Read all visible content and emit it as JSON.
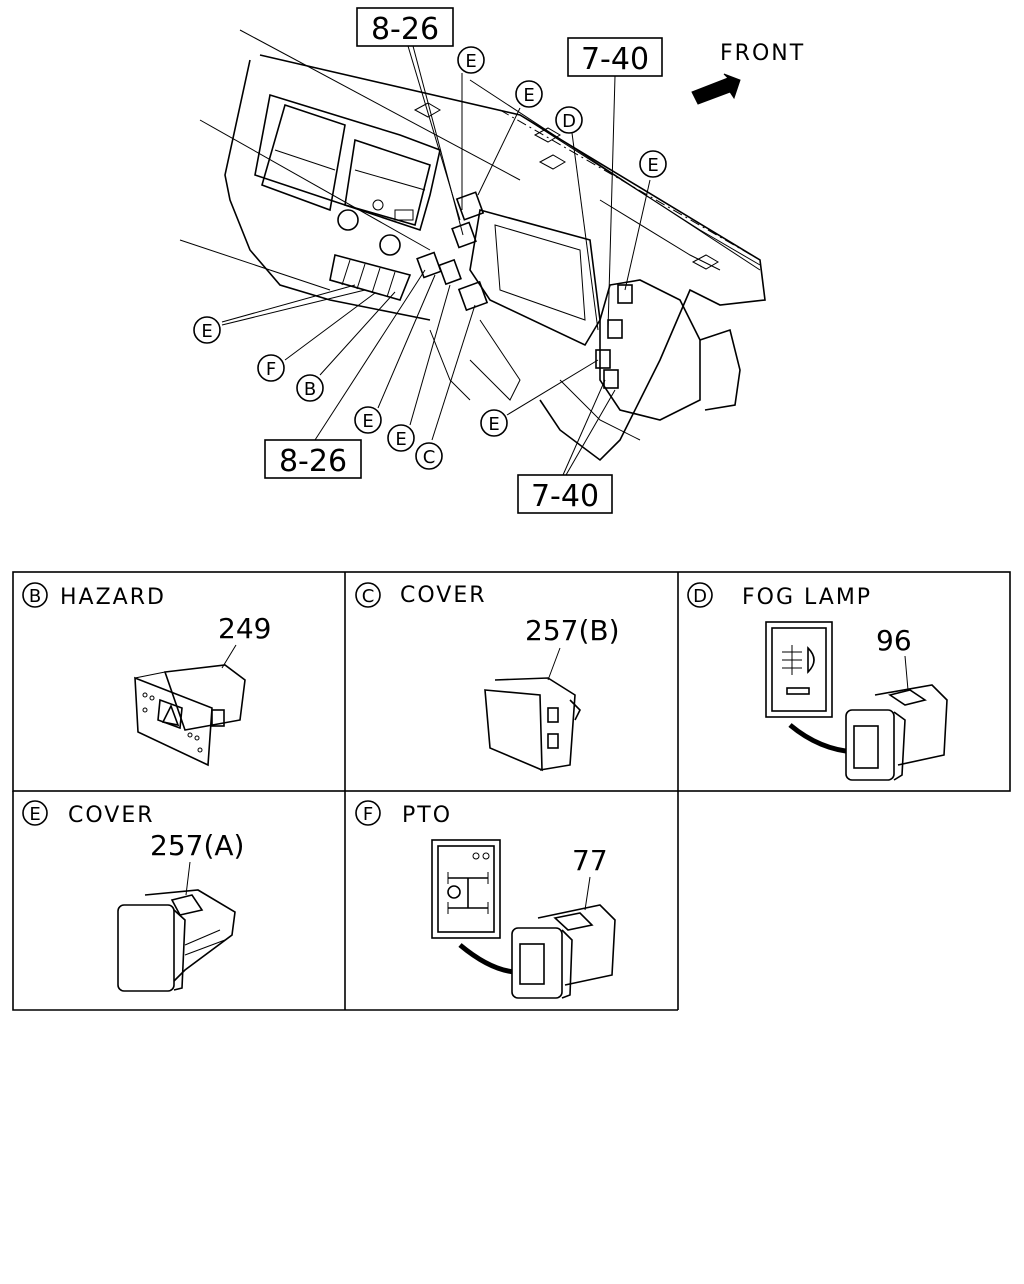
{
  "overview": {
    "front_label": "FRONT",
    "refs": {
      "top_left": "8-26",
      "top_right": "7-40",
      "bottom_left": "8-26",
      "bottom_right": "7-40"
    },
    "callouts": {
      "e1": "E",
      "e2": "E",
      "e3": "E",
      "e4": "E",
      "e5": "E",
      "e6": "E",
      "e7": "E",
      "d": "D",
      "f": "F",
      "b": "B",
      "c": "C"
    }
  },
  "parts": [
    {
      "letter": "B",
      "name": "HAZARD",
      "number": "249"
    },
    {
      "letter": "C",
      "name": "COVER",
      "number": "257(B)"
    },
    {
      "letter": "D",
      "name": "FOG LAMP",
      "number": "96"
    },
    {
      "letter": "E",
      "name": "COVER",
      "number": "257(A)"
    },
    {
      "letter": "F",
      "name": "PTO",
      "number": "77"
    }
  ]
}
